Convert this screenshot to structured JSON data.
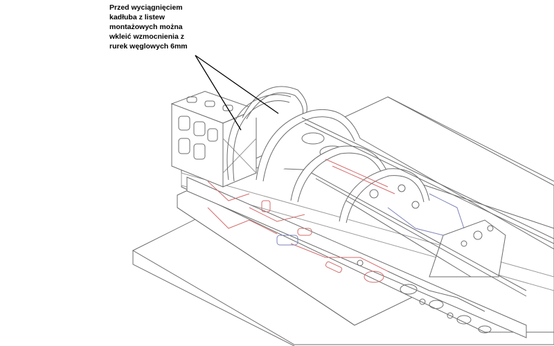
{
  "annotation": {
    "lines": [
      "Przed wyciągnięciem",
      "kadłuba z listew",
      "montażowych można",
      "wkleić wzmocnienia z",
      "rurek węglowych 6mm"
    ]
  },
  "colors": {
    "outline": "#6b6b6b",
    "detail": "#999999",
    "cut_red": "#d46a6a",
    "cut_blue": "#7a80b8",
    "leader": "#000000"
  }
}
